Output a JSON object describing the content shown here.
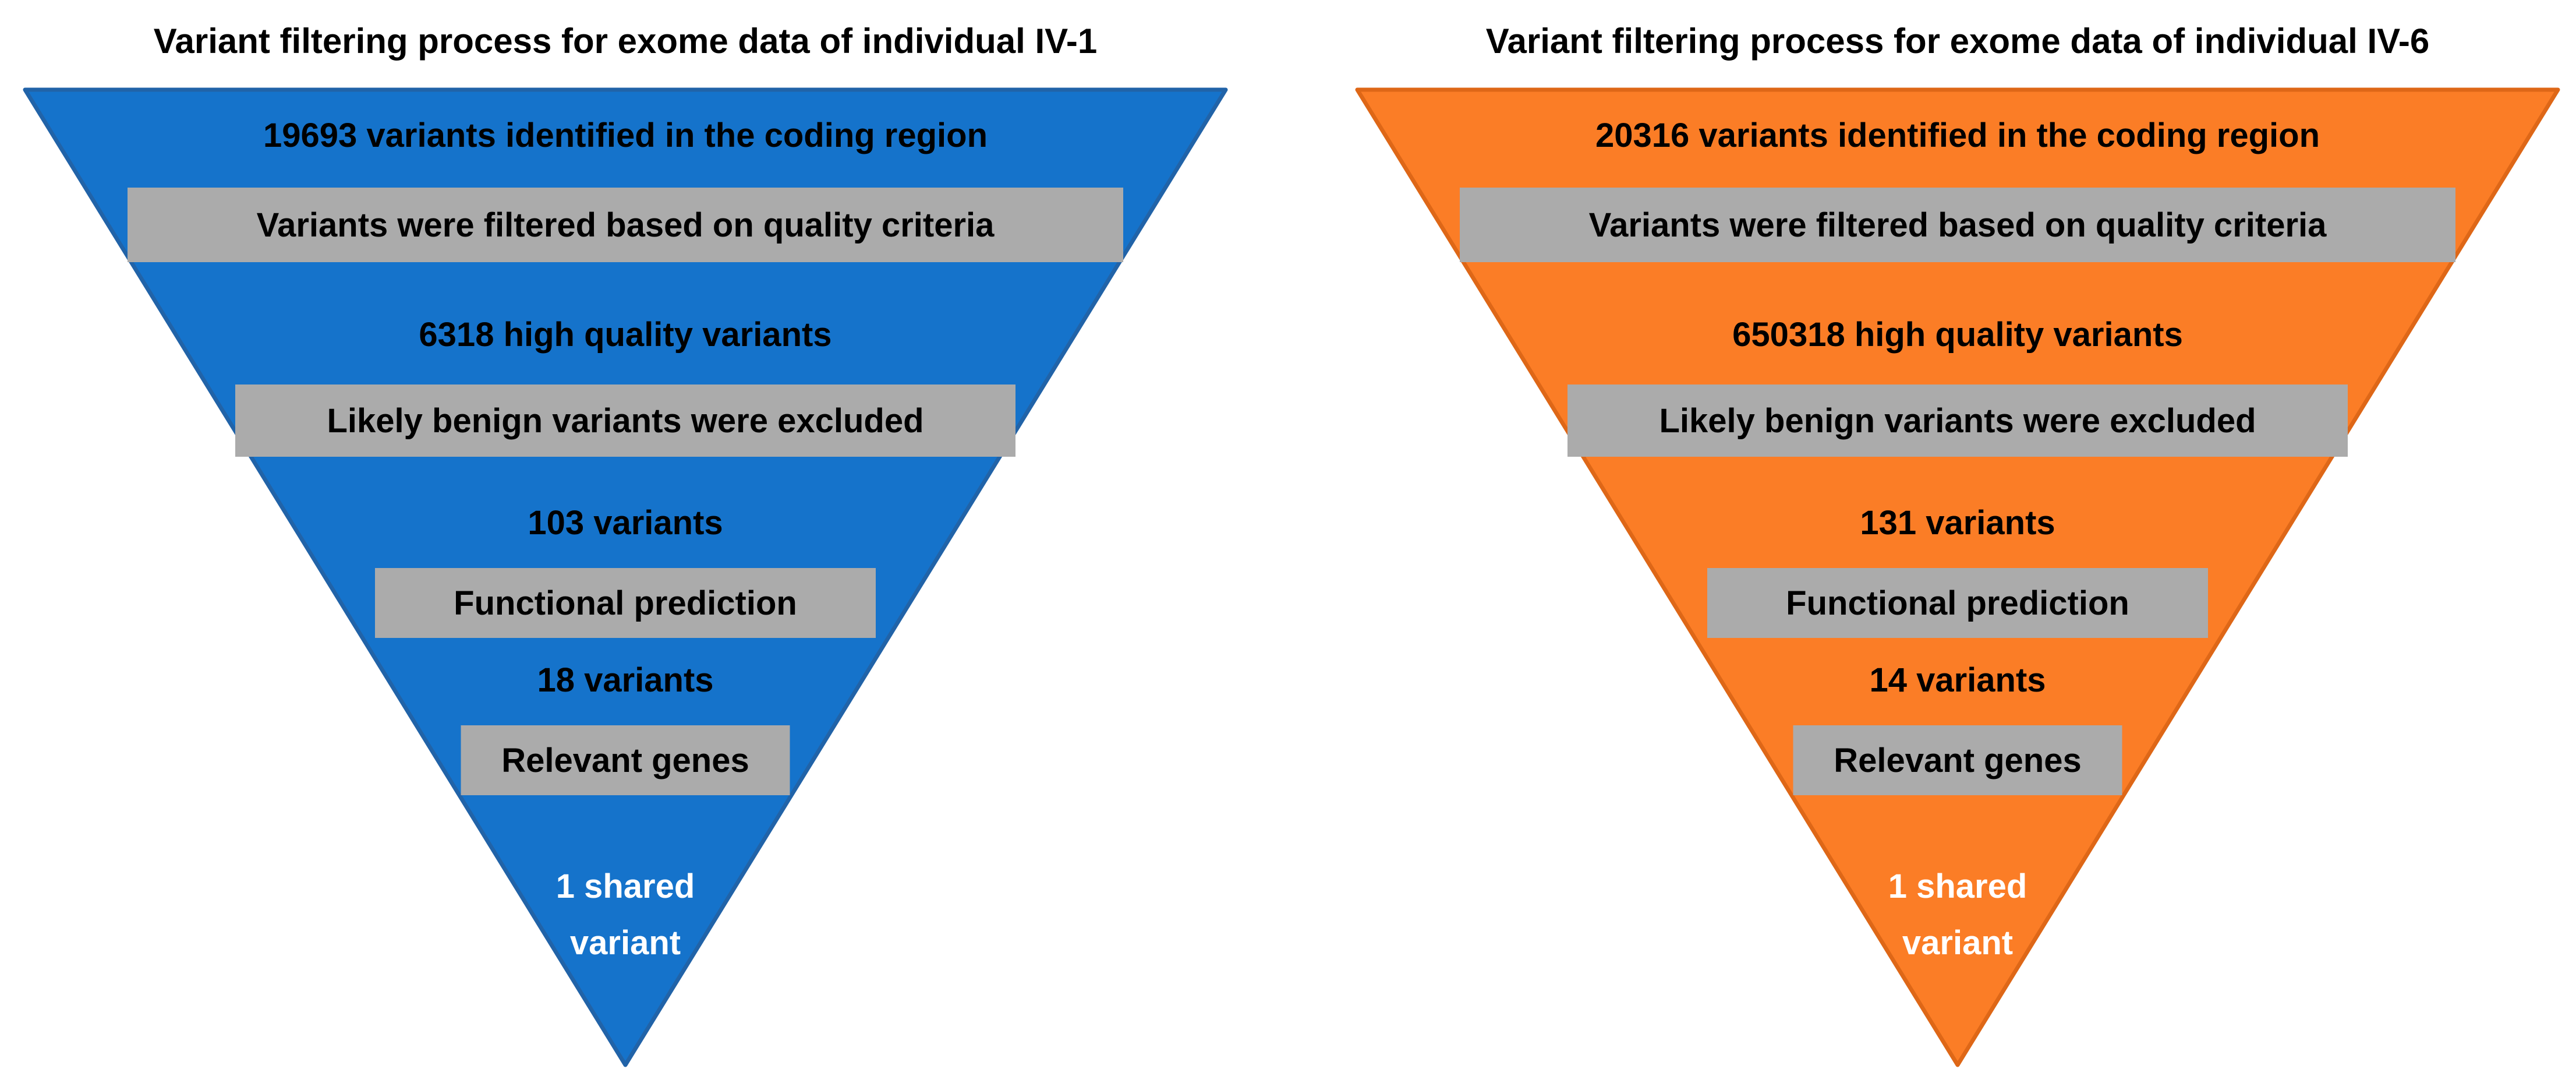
{
  "colors": {
    "page_bg": "#ffffff",
    "box_fill": "#ABABAB",
    "text_dark": "#000000",
    "text_light": "#ffffff"
  },
  "funnels": [
    {
      "id": "IV-1",
      "title": "Variant filtering process for exome data of individual IV-1",
      "fill": "#1573CB",
      "stroke": "#2163A8",
      "counts": [
        "19693 variants identified in the coding region",
        "6318 high quality variants",
        "103 variants",
        "18 variants"
      ],
      "filters": [
        "Variants were filtered based on quality criteria",
        "Likely benign variants were excluded",
        "Functional prediction",
        "Relevant genes"
      ],
      "result": "1 shared variant"
    },
    {
      "id": "IV-6",
      "title": "Variant filtering process for exome data of individual IV-6",
      "fill": "#FB7D26",
      "stroke": "#DE6717",
      "counts": [
        "20316 variants identified in the coding region",
        "650318 high quality variants",
        "131 variants",
        "14 variants"
      ],
      "filters": [
        "Variants were filtered based on quality criteria",
        "Likely benign variants were excluded",
        "Functional prediction",
        "Relevant genes"
      ],
      "result": "1 shared variant"
    }
  ]
}
